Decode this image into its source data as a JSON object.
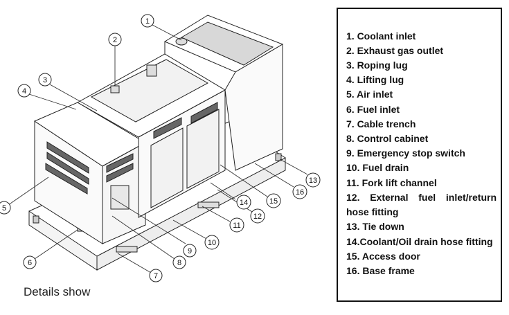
{
  "caption": "Details show",
  "legend": [
    "1. Coolant inlet",
    "2. Exhaust gas outlet",
    "3. Roping lug",
    "4. Lifting lug",
    "5. Air inlet",
    "6. Fuel inlet",
    "7. Cable trench",
    "8. Control cabinet",
    "9. Emergency stop switch",
    "10. Fuel drain",
    "11. Fork lift channel",
    "12. External fuel inlet/return hose fitting",
    "13. Tie down",
    "14.Coolant/Oil drain hose fitting",
    "15. Access door",
    "16. Base frame"
  ],
  "callouts": [
    "1",
    "2",
    "3",
    "4",
    "5",
    "6",
    "7",
    "8",
    "9",
    "10",
    "11",
    "12",
    "13",
    "14",
    "15",
    "16"
  ]
}
